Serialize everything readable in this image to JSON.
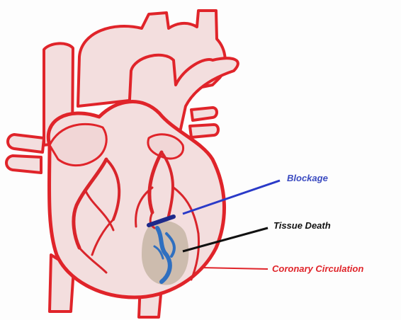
{
  "labels": {
    "blockage": "Blockage",
    "tissue_death": "Tissue Death",
    "coronary_circulation": "Coronary Circulation"
  },
  "colors": {
    "outline": "#e0242a",
    "heart_fill": "#f3dede",
    "vessel": "#d9252b",
    "blockage": "#3a4ac0",
    "tissue_death": "#111111",
    "coronary_circulation": "#e0242a",
    "dead_tissue_fill": "#c9b8a8",
    "blocked_artery": "#2f6fc0"
  },
  "icons": {
    "heart": "heart-illustration",
    "blocked_artery": "blocked-artery-icon",
    "dead_tissue": "dead-tissue-patch"
  }
}
